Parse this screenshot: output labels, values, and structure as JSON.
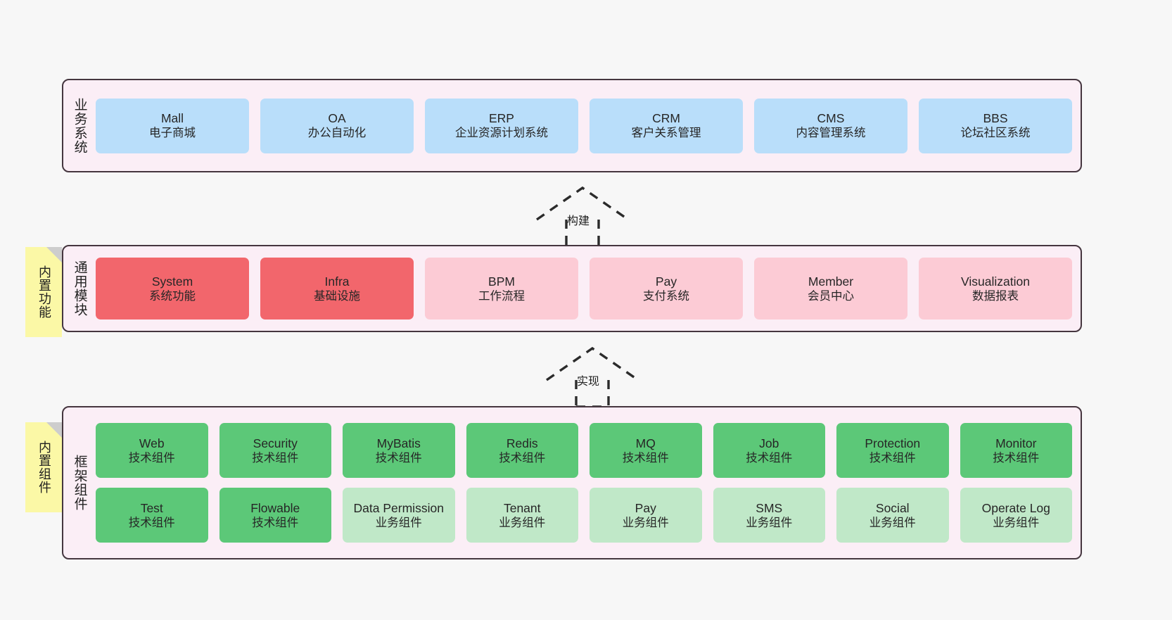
{
  "background_color": "#f7f7f7",
  "panel_color": "#fbeef6",
  "panel_border_color": "#45363f",
  "note_color": "#fbf8a6",
  "layers": [
    {
      "id": "business-system",
      "title": "业务系统",
      "rows": [
        {
          "items": [
            {
              "en": "Mall",
              "cn": "电子商城",
              "color": "#b9defa",
              "style": "blue"
            },
            {
              "en": "OA",
              "cn": "办公自动化",
              "color": "#b9defa",
              "style": "blue"
            },
            {
              "en": "ERP",
              "cn": "企业资源计划系统",
              "color": "#b9defa",
              "style": "blue"
            },
            {
              "en": "CRM",
              "cn": "客户关系管理",
              "color": "#b9defa",
              "style": "blue"
            },
            {
              "en": "CMS",
              "cn": "内容管理系统",
              "color": "#b9defa",
              "style": "blue"
            },
            {
              "en": "BBS",
              "cn": "论坛社区系统",
              "color": "#b9defa",
              "style": "blue"
            }
          ]
        }
      ]
    },
    {
      "id": "common-module",
      "title": "通用模块",
      "note": "内置功能",
      "rows": [
        {
          "items": [
            {
              "en": "System",
              "cn": "系统功能",
              "color": "#f2666c",
              "style": "red"
            },
            {
              "en": "Infra",
              "cn": "基础设施",
              "color": "#f2666c",
              "style": "red"
            },
            {
              "en": "BPM",
              "cn": "工作流程",
              "color": "#fccbd5",
              "style": "pink"
            },
            {
              "en": "Pay",
              "cn": "支付系统",
              "color": "#fccbd5",
              "style": "pink"
            },
            {
              "en": "Member",
              "cn": "会员中心",
              "color": "#fccbd5",
              "style": "pink"
            },
            {
              "en": "Visualization",
              "cn": "数据报表",
              "color": "#fccbd5",
              "style": "pink"
            }
          ]
        }
      ]
    },
    {
      "id": "framework-component",
      "title": "框架组件",
      "note": "内置组件",
      "rows": [
        {
          "items": [
            {
              "en": "Web",
              "cn": "技术组件",
              "color": "#5cc878",
              "style": "green"
            },
            {
              "en": "Security",
              "cn": "技术组件",
              "color": "#5cc878",
              "style": "green"
            },
            {
              "en": "MyBatis",
              "cn": "技术组件",
              "color": "#5cc878",
              "style": "green"
            },
            {
              "en": "Redis",
              "cn": "技术组件",
              "color": "#5cc878",
              "style": "green"
            },
            {
              "en": "MQ",
              "cn": "技术组件",
              "color": "#5cc878",
              "style": "green"
            },
            {
              "en": "Job",
              "cn": "技术组件",
              "color": "#5cc878",
              "style": "green"
            },
            {
              "en": "Protection",
              "cn": "技术组件",
              "color": "#5cc878",
              "style": "green"
            },
            {
              "en": "Monitor",
              "cn": "技术组件",
              "color": "#5cc878",
              "style": "green"
            }
          ]
        },
        {
          "items": [
            {
              "en": "Test",
              "cn": "技术组件",
              "color": "#5cc878",
              "style": "green"
            },
            {
              "en": "Flowable",
              "cn": "技术组件",
              "color": "#5cc878",
              "style": "green"
            },
            {
              "en": "Data Permission",
              "cn": "业务组件",
              "color": "#c0e8c8",
              "style": "lightgreen"
            },
            {
              "en": "Tenant",
              "cn": "业务组件",
              "color": "#c0e8c8",
              "style": "lightgreen"
            },
            {
              "en": "Pay",
              "cn": "业务组件",
              "color": "#c0e8c8",
              "style": "lightgreen"
            },
            {
              "en": "SMS",
              "cn": "业务组件",
              "color": "#c0e8c8",
              "style": "lightgreen"
            },
            {
              "en": "Social",
              "cn": "业务组件",
              "color": "#c0e8c8",
              "style": "lightgreen"
            },
            {
              "en": "Operate Log",
              "cn": "业务组件",
              "color": "#c0e8c8",
              "style": "lightgreen"
            }
          ]
        }
      ]
    }
  ],
  "connectors": [
    {
      "id": "build",
      "label": "构建",
      "from": "common-module",
      "to": "business-system"
    },
    {
      "id": "implement",
      "label": "实现",
      "from": "framework-component",
      "to": "common-module"
    }
  ]
}
